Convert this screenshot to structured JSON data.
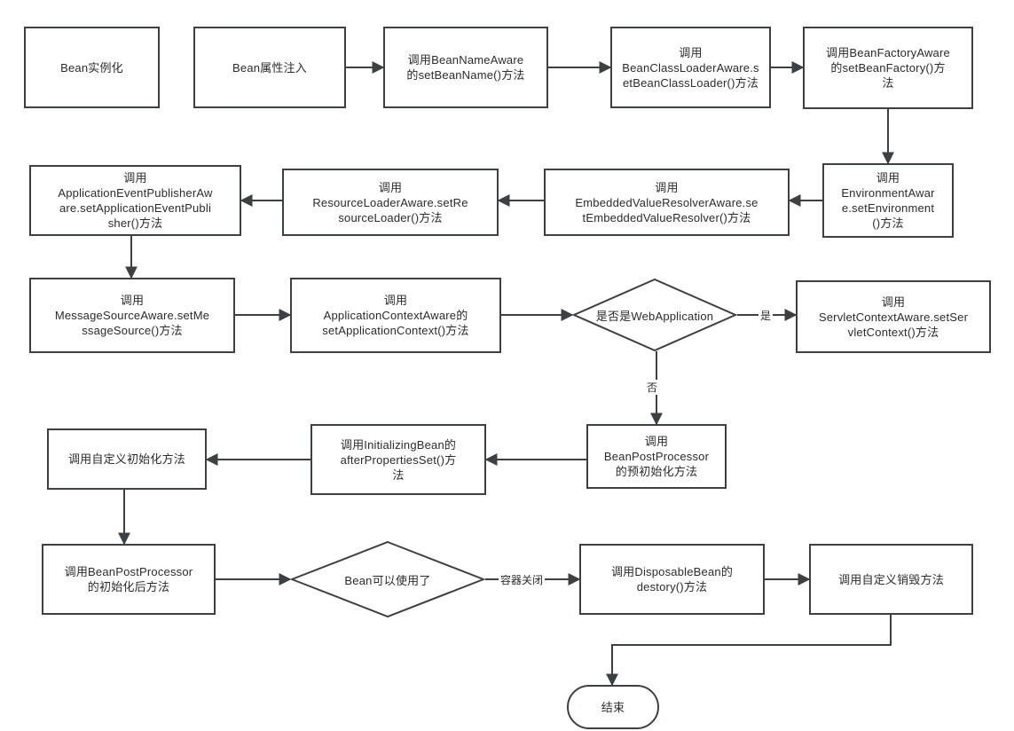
{
  "diagram": {
    "title": "Spring Bean Lifecycle Flowchart",
    "background_color": "#ffffff",
    "stroke_color": "#3c4043",
    "text_color": "#2b2b2b"
  },
  "nodes": [
    {
      "id": "n1",
      "shape": "rect",
      "label": "Bean实例化"
    },
    {
      "id": "n2",
      "shape": "rect",
      "label": "Bean属性注入"
    },
    {
      "id": "n3",
      "shape": "rect",
      "label": "调用BeanNameAware\n的setBeanName()方法"
    },
    {
      "id": "n4",
      "shape": "rect",
      "label": "调用\nBeanClassLoaderAware.s\netBeanClassLoader()方法"
    },
    {
      "id": "n5",
      "shape": "rect",
      "label": "调用BeanFactoryAware\n的setBeanFactory()方\n法"
    },
    {
      "id": "n6",
      "shape": "rect",
      "label": "调用\nEnvironmentAwar\ne.setEnvironment\n()方法"
    },
    {
      "id": "n7",
      "shape": "rect",
      "label": "调用\nEmbeddedValueResolverAware.se\ntEmbeddedValueResolver()方法"
    },
    {
      "id": "n8",
      "shape": "rect",
      "label": "调用\nResourceLoaderAware.setRe\nsourceLoader()方法"
    },
    {
      "id": "n9",
      "shape": "rect",
      "label": "调用\nApplicationEventPublisherAw\nare.setApplicationEventPubli\nsher()方法"
    },
    {
      "id": "n10",
      "shape": "rect",
      "label": "调用\nMessageSourceAware.setMe\nssageSource()方法"
    },
    {
      "id": "n11",
      "shape": "rect",
      "label": "调用\nApplicationContextAware的\nsetApplicationContext()方法"
    },
    {
      "id": "n12",
      "shape": "diamond",
      "label": "是否是WebApplication"
    },
    {
      "id": "n13",
      "shape": "rect",
      "label": "调用\nServletContextAware.setSer\nvletContext()方法"
    },
    {
      "id": "n14",
      "shape": "rect",
      "label": "调用BeanPostProcessor\n的预初始化方法"
    },
    {
      "id": "n15",
      "shape": "rect",
      "label": "调用InitializingBean的\nafterPropertiesSet()方\n法"
    },
    {
      "id": "n16",
      "shape": "rect",
      "label": "调用自定义初始化方法"
    },
    {
      "id": "n17",
      "shape": "rect",
      "label": "调用BeanPostProcessor\n的初始化后方法"
    },
    {
      "id": "n18",
      "shape": "diamond",
      "label": "Bean可以使用了"
    },
    {
      "id": "n19",
      "shape": "rect",
      "label": "调用DisposableBean的\ndestory()方法"
    },
    {
      "id": "n20",
      "shape": "rect",
      "label": "调用自定义销毁方法"
    },
    {
      "id": "n21",
      "shape": "stadium",
      "label": "结束"
    }
  ],
  "edge_labels": [
    {
      "id": "e_yes",
      "label": "是"
    },
    {
      "id": "e_no",
      "label": "否"
    },
    {
      "id": "e_close",
      "label": "容器关闭"
    }
  ]
}
